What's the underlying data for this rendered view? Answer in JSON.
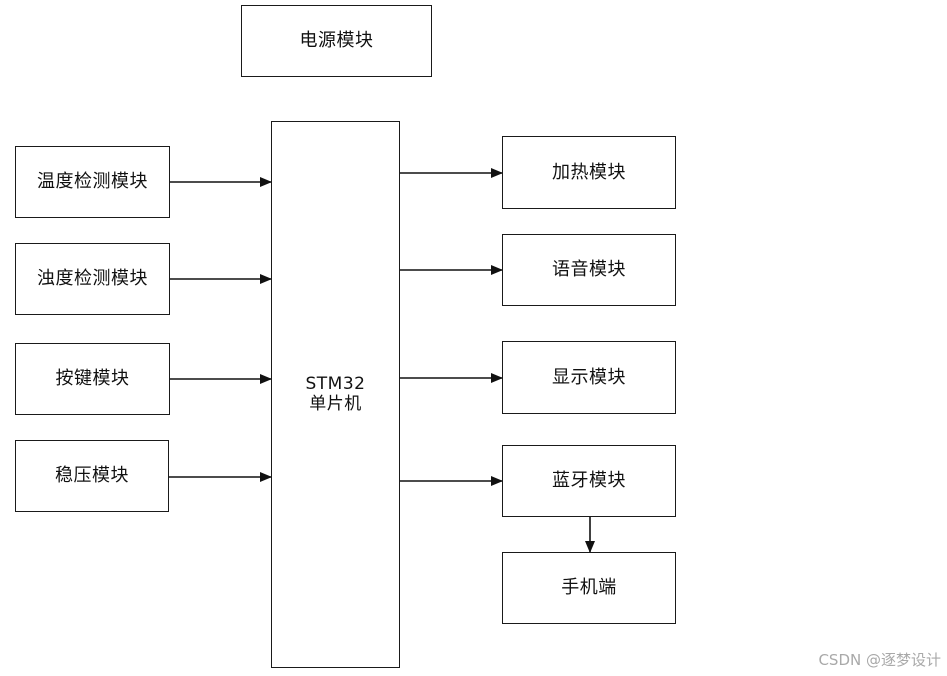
{
  "diagram": {
    "power": "电源模块",
    "inputs": {
      "temperature": "温度检测模块",
      "turbidity": "浊度检测模块",
      "keys": "按键模块",
      "regulator": "稳压模块"
    },
    "mcu": {
      "line1": "STM32",
      "line2": "单片机"
    },
    "outputs": {
      "heating": "加热模块",
      "voice": "语音模块",
      "display": "显示模块",
      "bluetooth": "蓝牙模块",
      "phone": "手机端"
    }
  },
  "watermark": "CSDN @逐梦设计"
}
